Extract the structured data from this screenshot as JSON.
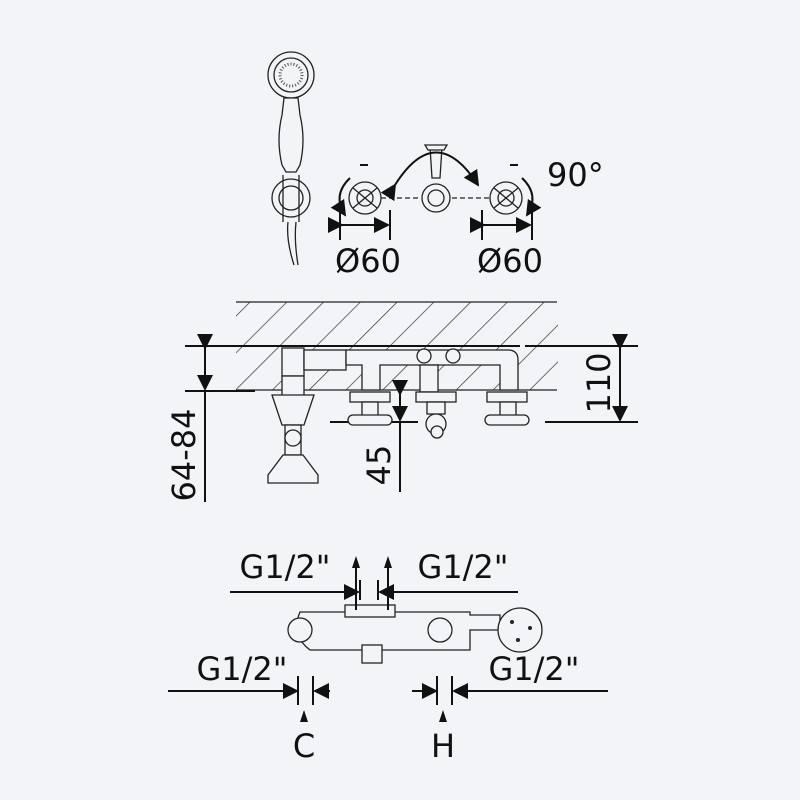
{
  "top_view": {
    "diameter_left": "Ø60",
    "diameter_right": "Ø60",
    "rotation": "90°"
  },
  "side_view": {
    "height_total": "110",
    "height_adjust": "64-84",
    "spout_height": "45"
  },
  "bottom_view": {
    "inlet_top_left": "G1/2\"",
    "inlet_top_right": "G1/2\"",
    "inlet_bottom_left": "G1/2\"",
    "inlet_bottom_right": "G1/2\"",
    "cold_label": "C",
    "hot_label": "H"
  }
}
